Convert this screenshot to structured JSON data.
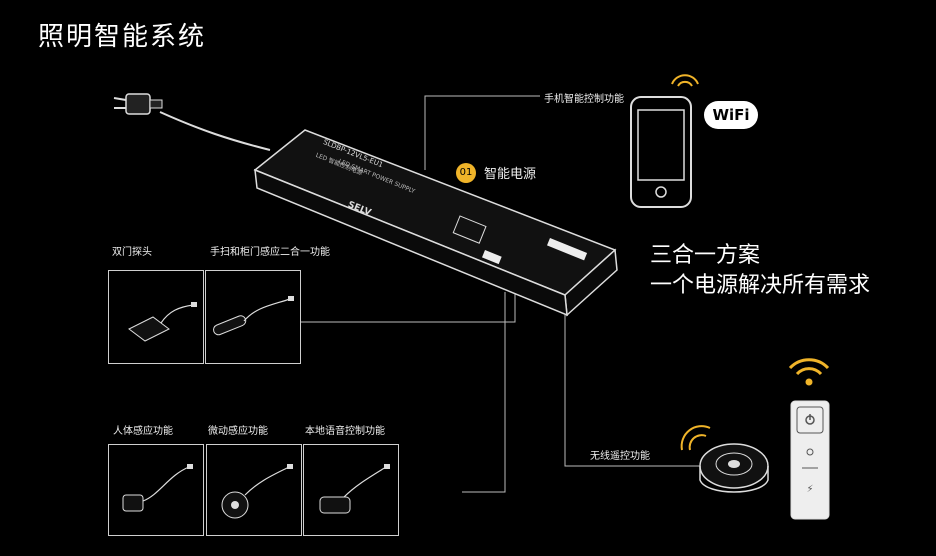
{
  "title": "照明智能系统",
  "labels": {
    "phone_control": "手机智能控制功能",
    "smart_power": "智能电源",
    "dual_door": "双门探头",
    "hand_sweep": "手扫和柜门感应二合一功能",
    "human_body": "人体感应功能",
    "micro_motion": "微动感应功能",
    "local_voice": "本地语音控制功能",
    "wireless_remote": "无线遥控功能"
  },
  "badge_number": "01",
  "tagline": [
    "三合一方案",
    "一个电源解决所有需求"
  ],
  "device_text": {
    "model": "SLDBP-12VL5-EU1",
    "line1": "LED 智能控制电源",
    "line2": "LED SMART POWER SUPPLY",
    "brand": "SELV"
  },
  "wifi_text": "WiFi",
  "colors": {
    "accent": "#f0b429",
    "background": "#000000",
    "line": "#bbbbbb"
  },
  "icons": [
    "wifi-badge-icon",
    "phone-icon",
    "signal-arc-icon",
    "plug-icon",
    "remote-icon",
    "receiver-icon"
  ]
}
